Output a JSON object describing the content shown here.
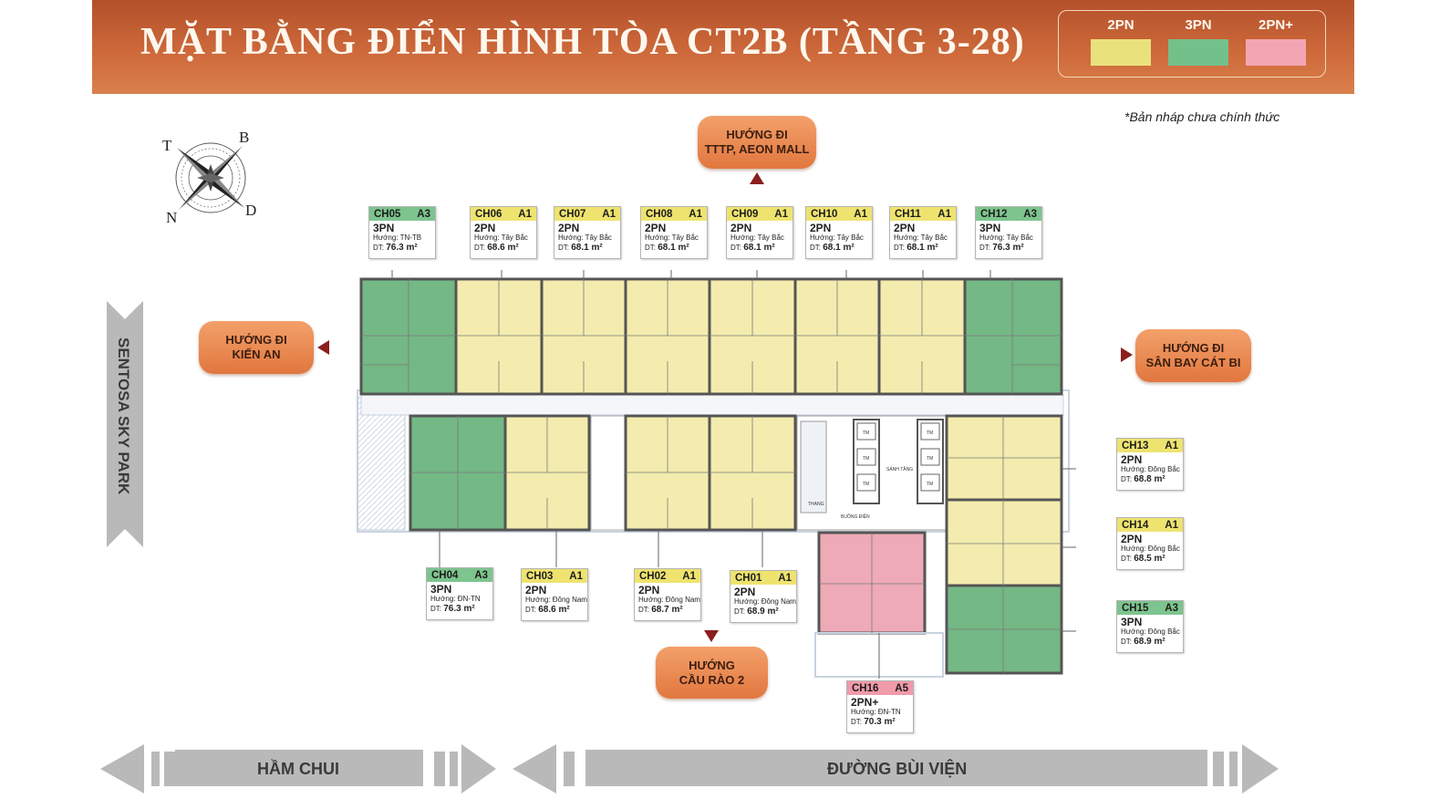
{
  "header": {
    "title": "MẶT BẰNG ĐIỂN HÌNH TÒA CT2B (TẦNG 3-28)",
    "legend": [
      {
        "label": "2PN",
        "color": "#e9e27c"
      },
      {
        "label": "3PN",
        "color": "#74c08a"
      },
      {
        "label": "2PN+",
        "color": "#f2a6b3"
      }
    ]
  },
  "note": "*Bản nháp chưa chính thức",
  "compass": {
    "n": "N",
    "t": "T",
    "b": "B",
    "d": "D"
  },
  "directions": {
    "top": [
      "HƯỚNG ĐI",
      "TTTP, AEON MALL"
    ],
    "left": [
      "HƯỚNG ĐI",
      "KIẾN AN"
    ],
    "right": [
      "HƯỚNG ĐI",
      "SÂN BAY CÁT BI"
    ],
    "bottom": [
      "HƯỚNG",
      "CẦU RÀO 2"
    ]
  },
  "side_label": "SENTOSA SKY PARK",
  "plan_labels": {
    "thang": "THANG",
    "sanh": "SẢNH TẦNG",
    "buong": "BUỒNG ĐIỆN",
    "tm": "TM"
  },
  "units": [
    {
      "code": "CH05",
      "type_code": "A3",
      "rooms": "3PN",
      "dir": "Hướng: TN-TB",
      "area": "76.3 m²"
    },
    {
      "code": "CH06",
      "type_code": "A1",
      "rooms": "2PN",
      "dir": "Hướng: Tây Bắc",
      "area": "68.6 m²"
    },
    {
      "code": "CH07",
      "type_code": "A1",
      "rooms": "2PN",
      "dir": "Hướng: Tây Bắc",
      "area": "68.1 m²"
    },
    {
      "code": "CH08",
      "type_code": "A1",
      "rooms": "2PN",
      "dir": "Hướng: Tây Bắc",
      "area": "68.1 m²"
    },
    {
      "code": "CH09",
      "type_code": "A1",
      "rooms": "2PN",
      "dir": "Hướng: Tây Bắc",
      "area": "68.1 m²"
    },
    {
      "code": "CH10",
      "type_code": "A1",
      "rooms": "2PN",
      "dir": "Hướng: Tây Bắc",
      "area": "68.1 m²"
    },
    {
      "code": "CH11",
      "type_code": "A1",
      "rooms": "2PN",
      "dir": "Hướng: Tây Bắc",
      "area": "68.1 m²"
    },
    {
      "code": "CH12",
      "type_code": "A3",
      "rooms": "3PN",
      "dir": "Hướng: Tây Bắc",
      "area": "76.3 m²"
    },
    {
      "code": "CH13",
      "type_code": "A1",
      "rooms": "2PN",
      "dir": "Hướng: Đông Bắc",
      "area": "68.8 m²"
    },
    {
      "code": "CH14",
      "type_code": "A1",
      "rooms": "2PN",
      "dir": "Hướng: Đông Bắc",
      "area": "68.5 m²"
    },
    {
      "code": "CH15",
      "type_code": "A3",
      "rooms": "3PN",
      "dir": "Hướng: Đông Bắc",
      "area": "68.9 m²"
    },
    {
      "code": "CH16",
      "type_code": "A5",
      "rooms": "2PN+",
      "dir": "Hướng: ĐN-TN",
      "area": "70.3 m²"
    },
    {
      "code": "CH04",
      "type_code": "A3",
      "rooms": "3PN",
      "dir": "Hướng: ĐN-TN",
      "area": "76.3 m²"
    },
    {
      "code": "CH03",
      "type_code": "A1",
      "rooms": "2PN",
      "dir": "Hướng: Đông Nam",
      "area": "68.6 m²"
    },
    {
      "code": "CH02",
      "type_code": "A1",
      "rooms": "2PN",
      "dir": "Hướng: Đông Nam",
      "area": "68.7 m²"
    },
    {
      "code": "CH01",
      "type_code": "A1",
      "rooms": "2PN",
      "dir": "Hướng: Đông Nam",
      "area": "68.9 m²"
    }
  ],
  "area_prefix": "DT:",
  "roads": {
    "left": "HẦM CHUI",
    "right": "ĐƯỜNG BÙI VIỆN"
  }
}
